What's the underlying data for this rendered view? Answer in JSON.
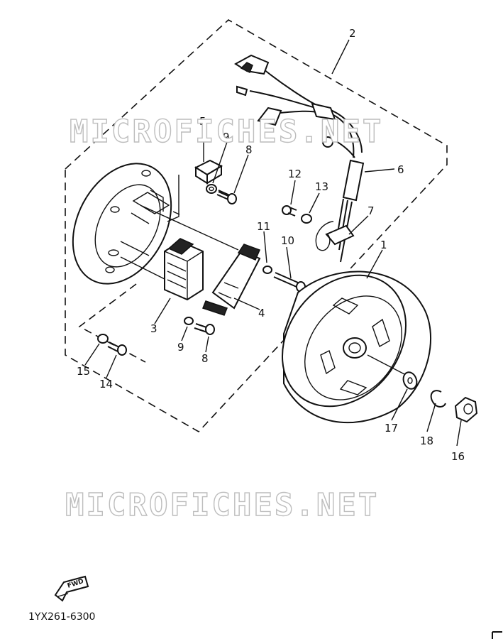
{
  "callouts": [
    {
      "id": "2",
      "text": "2"
    },
    {
      "id": "6",
      "text": "6"
    },
    {
      "id": "7",
      "text": "7"
    },
    {
      "id": "1",
      "text": "1"
    },
    {
      "id": "5",
      "text": "5"
    },
    {
      "id": "9a",
      "text": "9"
    },
    {
      "id": "8a",
      "text": "8"
    },
    {
      "id": "12",
      "text": "12"
    },
    {
      "id": "13",
      "text": "13"
    },
    {
      "id": "11",
      "text": "11"
    },
    {
      "id": "10",
      "text": "10"
    },
    {
      "id": "4",
      "text": "4"
    },
    {
      "id": "3",
      "text": "3"
    },
    {
      "id": "9b",
      "text": "9"
    },
    {
      "id": "8b",
      "text": "8"
    },
    {
      "id": "15",
      "text": "15"
    },
    {
      "id": "14",
      "text": "14"
    },
    {
      "id": "17",
      "text": "17"
    },
    {
      "id": "18",
      "text": "18"
    },
    {
      "id": "16",
      "text": "16"
    }
  ],
  "watermark": "MICROFICHES.NET",
  "fwd_label": "FWD",
  "part_code": "1YX261-6300"
}
